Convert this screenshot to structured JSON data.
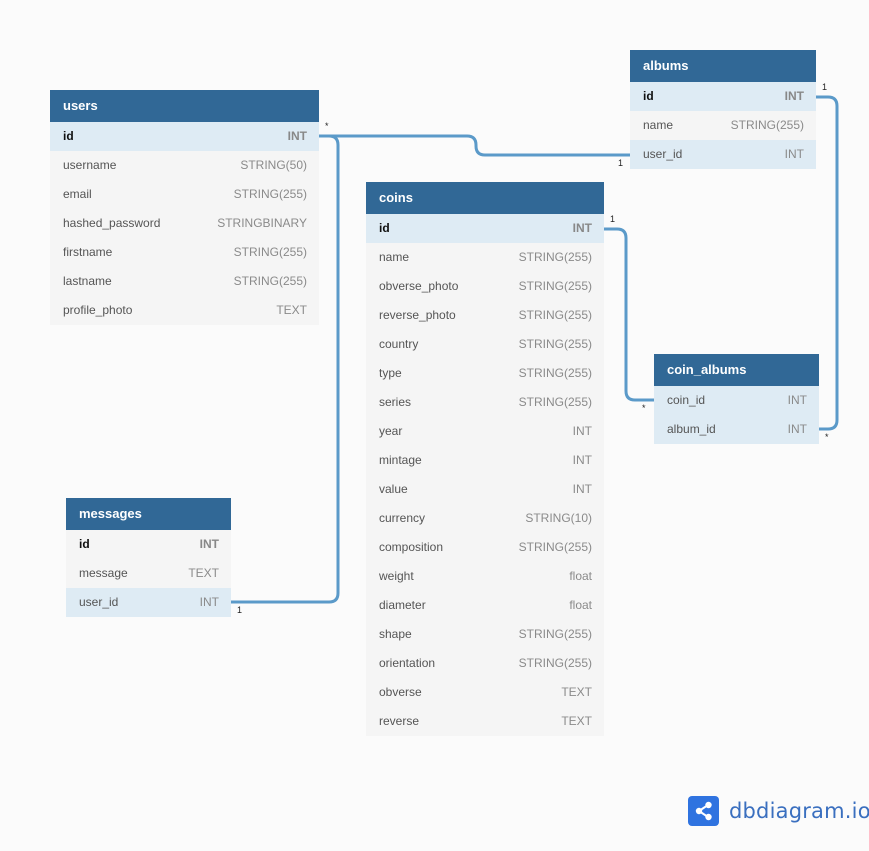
{
  "tables": {
    "users": {
      "name": "users",
      "fields": [
        {
          "name": "id",
          "type": "INT"
        },
        {
          "name": "username",
          "type": "STRING(50)"
        },
        {
          "name": "email",
          "type": "STRING(255)"
        },
        {
          "name": "hashed_password",
          "type": "STRINGBINARY"
        },
        {
          "name": "firstname",
          "type": "STRING(255)"
        },
        {
          "name": "lastname",
          "type": "STRING(255)"
        },
        {
          "name": "profile_photo",
          "type": "TEXT"
        }
      ]
    },
    "albums": {
      "name": "albums",
      "fields": [
        {
          "name": "id",
          "type": "INT"
        },
        {
          "name": "name",
          "type": "STRING(255)"
        },
        {
          "name": "user_id",
          "type": "INT"
        }
      ]
    },
    "coins": {
      "name": "coins",
      "fields": [
        {
          "name": "id",
          "type": "INT"
        },
        {
          "name": "name",
          "type": "STRING(255)"
        },
        {
          "name": "obverse_photo",
          "type": "STRING(255)"
        },
        {
          "name": "reverse_photo",
          "type": "STRING(255)"
        },
        {
          "name": "country",
          "type": "STRING(255)"
        },
        {
          "name": "type",
          "type": "STRING(255)"
        },
        {
          "name": "series",
          "type": "STRING(255)"
        },
        {
          "name": "year",
          "type": "INT"
        },
        {
          "name": "mintage",
          "type": "INT"
        },
        {
          "name": "value",
          "type": "INT"
        },
        {
          "name": "currency",
          "type": "STRING(10)"
        },
        {
          "name": "composition",
          "type": "STRING(255)"
        },
        {
          "name": "weight",
          "type": "float"
        },
        {
          "name": "diameter",
          "type": "float"
        },
        {
          "name": "shape",
          "type": "STRING(255)"
        },
        {
          "name": "orientation",
          "type": "STRING(255)"
        },
        {
          "name": "obverse",
          "type": "TEXT"
        },
        {
          "name": "reverse",
          "type": "TEXT"
        }
      ]
    },
    "coin_albums": {
      "name": "coin_albums",
      "fields": [
        {
          "name": "coin_id",
          "type": "INT"
        },
        {
          "name": "album_id",
          "type": "INT"
        }
      ]
    },
    "messages": {
      "name": "messages",
      "fields": [
        {
          "name": "id",
          "type": "INT"
        },
        {
          "name": "message",
          "type": "TEXT"
        },
        {
          "name": "user_id",
          "type": "INT"
        }
      ]
    }
  },
  "relations": {
    "users_albums": {
      "from_card": "*",
      "to_card": "1"
    },
    "coins_coin_albums": {
      "from_card": "1",
      "to_card": "*"
    },
    "albums_coin_albums": {
      "from_card": "1",
      "to_card": "*"
    },
    "users_messages": {
      "to_card": "1"
    }
  },
  "brand": {
    "text": "dbdiagram.io",
    "icon": "share-nodes-icon"
  },
  "colors": {
    "header": "#316896",
    "highlight_row": "#deebf4",
    "row": "#f5f5f5",
    "connector": "#5b9ac9",
    "brand_icon": "#2f73e0",
    "brand_text": "#3a6fbf"
  }
}
